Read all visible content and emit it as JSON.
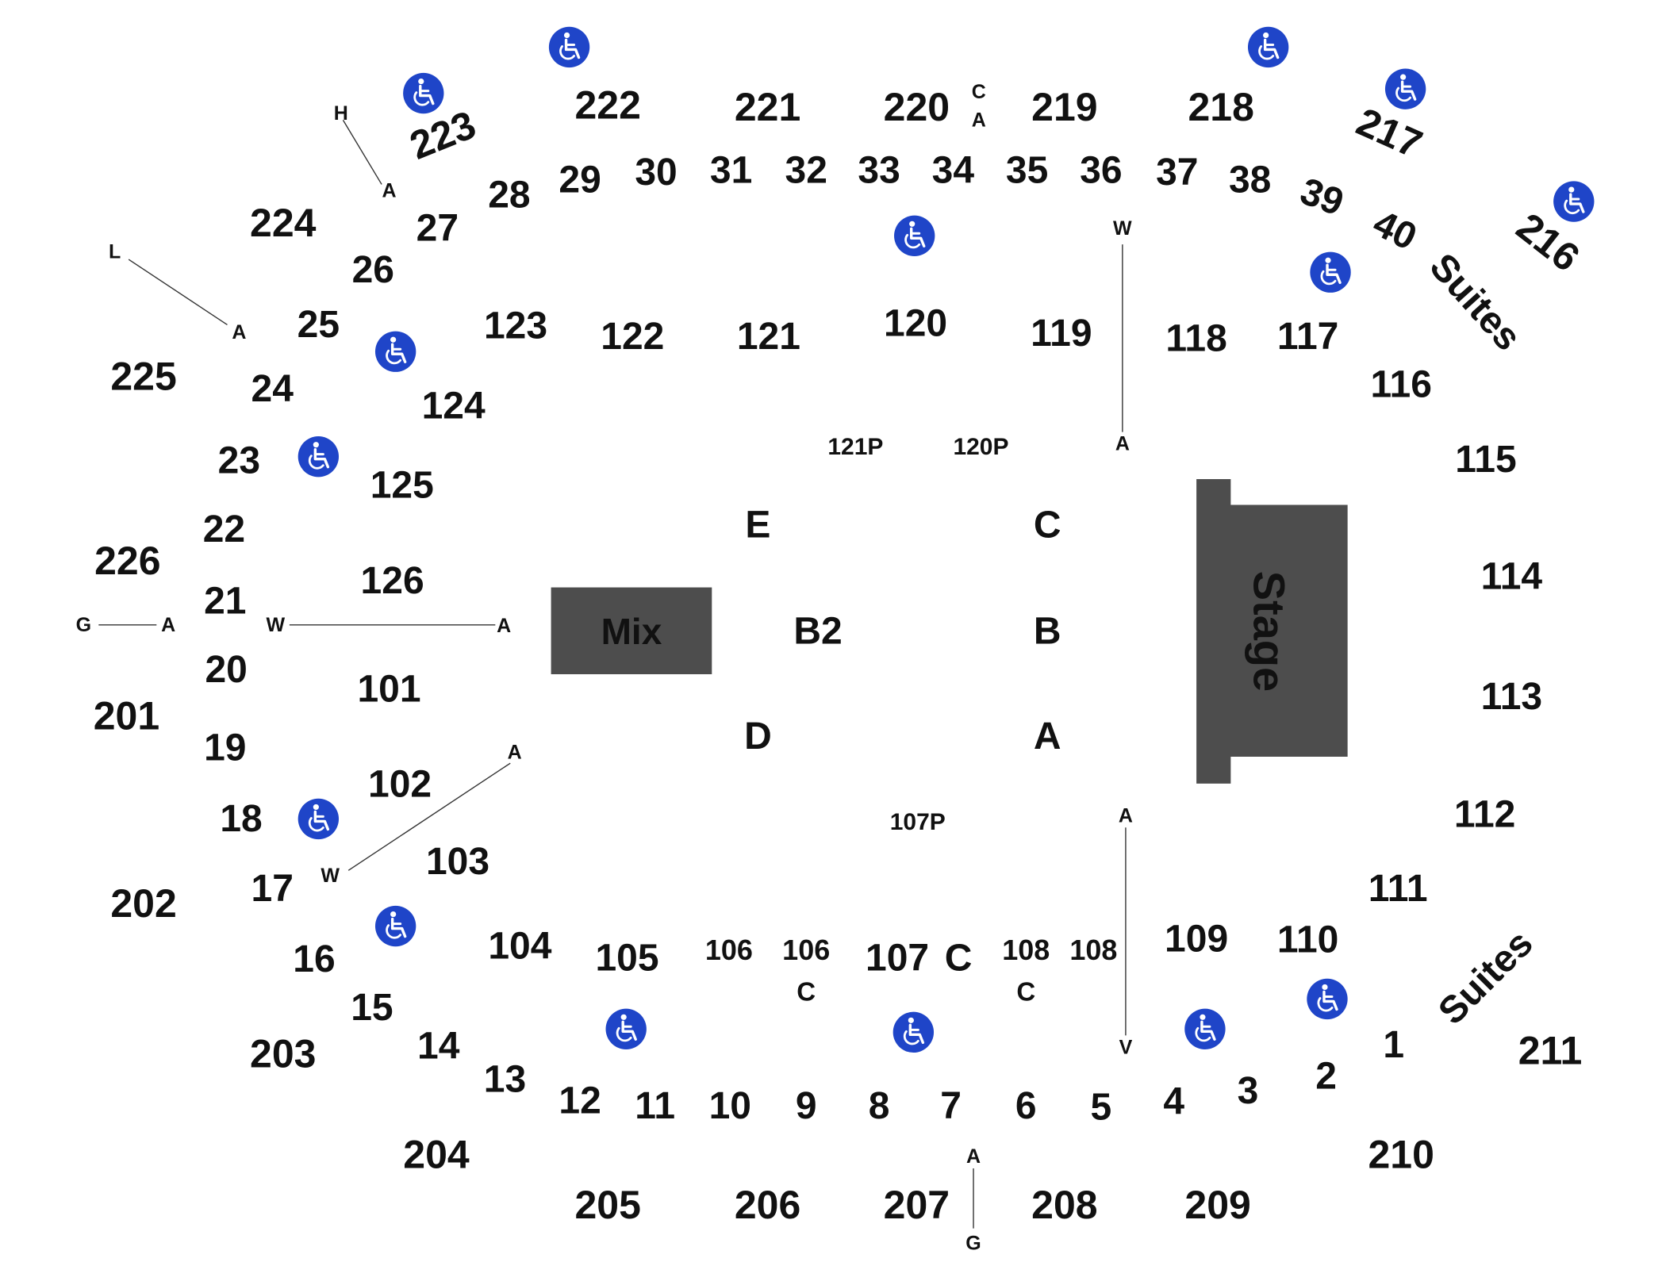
{
  "colors": {
    "background": "#ffffff",
    "label": "#111111",
    "block": "#4d4d4d",
    "block_text": "#ffffff",
    "accessible_badge": "#1f45c8",
    "line": "#333333"
  },
  "stage_label": "Stage",
  "mix_label": "Mix",
  "accessible_icon_name": "wheelchair-icon",
  "suites_labels": [
    "Suites",
    "Suites"
  ],
  "upper_sections": [
    "201",
    "202",
    "203",
    "204",
    "205",
    "206",
    "207",
    "208",
    "209",
    "210",
    "211",
    "216",
    "217",
    "218",
    "219",
    "220",
    "221",
    "222",
    "223",
    "224",
    "225",
    "226"
  ],
  "lower_sections": [
    "101",
    "102",
    "103",
    "104",
    "105",
    "106",
    "106",
    "107",
    "108",
    "108",
    "109",
    "110",
    "111",
    "112",
    "113",
    "114",
    "115",
    "116",
    "117",
    "118",
    "119",
    "120",
    "121",
    "122",
    "123",
    "124",
    "125",
    "126"
  ],
  "floor_sections": [
    "A",
    "B",
    "C",
    "D",
    "E",
    "B2",
    "C"
  ],
  "floor_suffix_labels": [
    "C",
    "C"
  ],
  "premium_sections": [
    "121P",
    "120P",
    "107P"
  ],
  "box_numbers": [
    "1",
    "2",
    "3",
    "4",
    "5",
    "6",
    "7",
    "8",
    "9",
    "10",
    "11",
    "12",
    "13",
    "14",
    "15",
    "16",
    "17",
    "18",
    "19",
    "20",
    "21",
    "22",
    "23",
    "24",
    "25",
    "26",
    "27",
    "28",
    "29",
    "30",
    "31",
    "32",
    "33",
    "34",
    "35",
    "36",
    "37",
    "38",
    "39",
    "40"
  ],
  "aisle_markers": [
    "H",
    "A",
    "L",
    "A",
    "G",
    "A",
    "W",
    "A",
    "A",
    "W",
    "C",
    "A",
    "W",
    "A",
    "A",
    "V",
    "A",
    "G"
  ]
}
